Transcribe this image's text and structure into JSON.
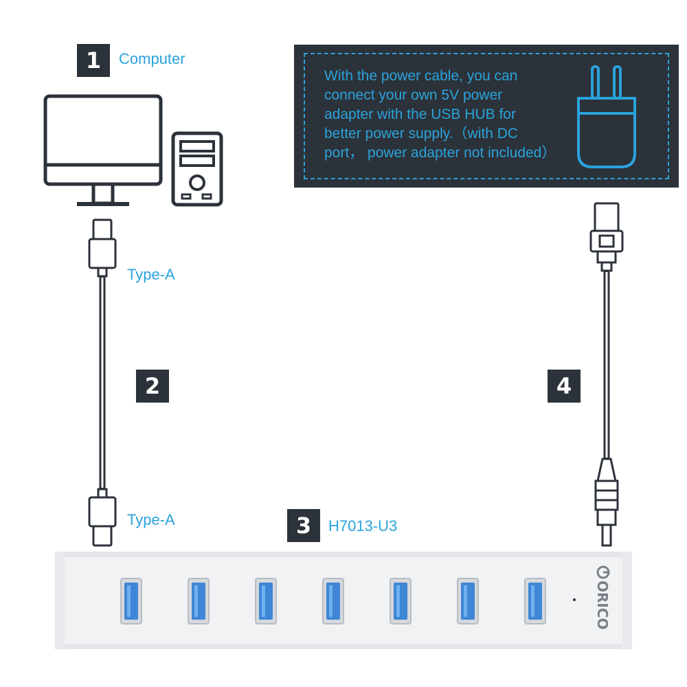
{
  "steps": {
    "step1": {
      "number": "1",
      "label": "Computer"
    },
    "step2": {
      "number": "2"
    },
    "step3": {
      "number": "3",
      "label": "H7013-U3"
    },
    "step4": {
      "number": "4"
    }
  },
  "cable": {
    "top_connector_label": "Type-A",
    "bottom_connector_label": "Type-A"
  },
  "note": {
    "lines": [
      "With the power cable, you can",
      "connect your own 5V power",
      "adapter with the USB HUB for",
      "better power supply.（with DC",
      "port，  power adapter not included）"
    ]
  },
  "hub": {
    "brand": "ORICO",
    "port_count": 7
  },
  "colors": {
    "accent": "#2aa3dc",
    "badge_bg": "#2c3239",
    "usb_port_blue": "#3f86d6",
    "line_dark": "#2c3239"
  },
  "icons": {
    "monitor": "monitor-icon",
    "tower": "computer-tower-icon",
    "plug": "power-plug-icon"
  }
}
